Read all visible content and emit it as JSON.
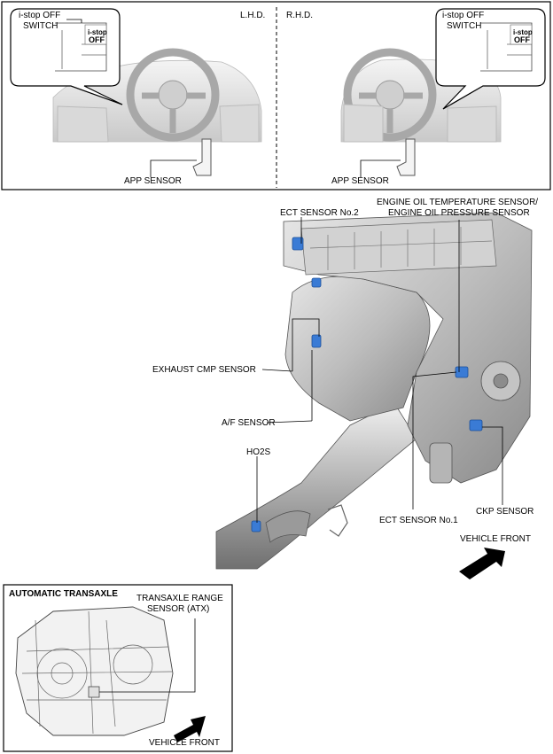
{
  "top_panel": {
    "lhd_label": "L.H.D.",
    "rhd_label": "R.H.D.",
    "istop_line1": "i-stop OFF",
    "istop_line2": "SWITCH",
    "switch_text_top": "i-stop",
    "switch_text_bottom": "OFF",
    "app_sensor": "APP SENSOR"
  },
  "engine": {
    "ect2": "ECT SENSOR No.2",
    "eot_line1": "ENGINE OIL TEMPERATURE SENSOR/",
    "eot_line2": "ENGINE OIL PRESSURE SENSOR",
    "exhaust_cmp": "EXHAUST CMP  SENSOR",
    "af_sensor": "A/F SENSOR",
    "ho2s": "HO2S",
    "ect1": "ECT SENSOR No.1",
    "ckp": "CKP SENSOR",
    "vehicle_front": "VEHICLE FRONT"
  },
  "transaxle": {
    "title": "AUTOMATIC TRANSAXLE",
    "tr_line1": "TRANSAXLE RANGE",
    "tr_line2": "SENSOR (ATX)",
    "vehicle_front": "VEHICLE FRONT"
  },
  "colors": {
    "sensor_blue": "#3a7bd5",
    "engine_gray": "#b8b8b8"
  }
}
